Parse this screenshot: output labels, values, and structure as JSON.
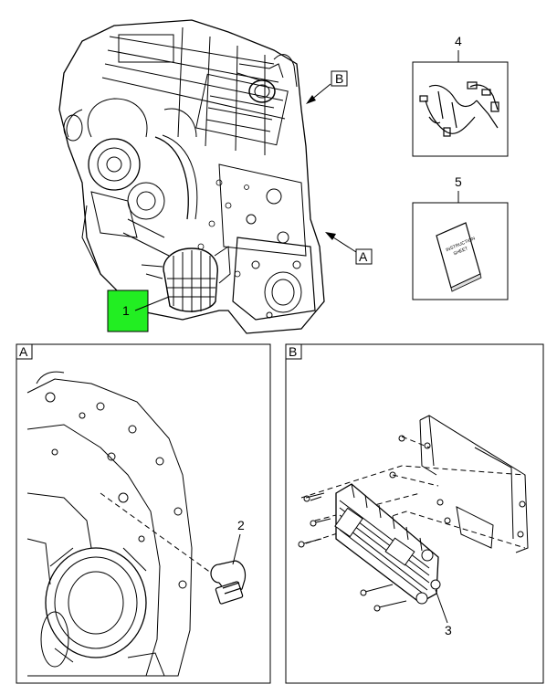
{
  "callouts": {
    "c1": "1",
    "c2": "2",
    "c3": "3",
    "c4": "4",
    "c5": "5"
  },
  "view_labels": {
    "main_b": "B",
    "main_a": "A",
    "panel_a": "A",
    "panel_b": "B"
  },
  "instruction_sheet": {
    "line1": "INSTRUCTION",
    "line2": "SHEET"
  },
  "colors": {
    "highlight": "#22ee22",
    "line": "#000000",
    "background": "#ffffff"
  }
}
